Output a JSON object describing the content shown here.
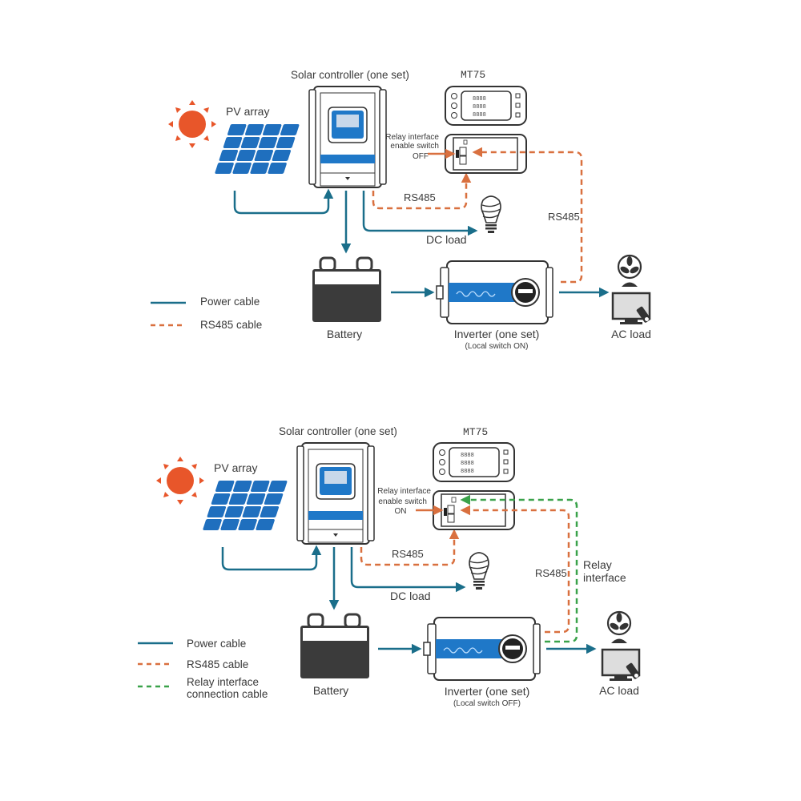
{
  "colors": {
    "power": "#1a6e8a",
    "rs485": "#d9703f",
    "relay": "#3aa24a",
    "sun": "#e8562a",
    "panel": "#1f6fbe",
    "device_blue": "#1f78c8",
    "dark": "#3b3b3b"
  },
  "diagrams": [
    {
      "solar_controller_label": "Solar controller (one set)",
      "mt75_label": "MT75",
      "pv_array_label": "PV array",
      "relay_switch_label_line1": "Relay interface",
      "relay_switch_label_line2": "enable switch",
      "relay_switch_state": "OFF",
      "rs485_label_a": "RS485",
      "rs485_label_b": "RS485",
      "dc_load_label": "DC load",
      "battery_label": "Battery",
      "inverter_label": "Inverter (one set)",
      "inverter_sublabel": "(Local switch ON)",
      "ac_load_label": "AC load",
      "legend": [
        {
          "type": "power",
          "label": "Power cable"
        },
        {
          "type": "rs485",
          "label": "RS485 cable"
        }
      ]
    },
    {
      "solar_controller_label": "Solar controller (one set)",
      "mt75_label": "MT75",
      "pv_array_label": "PV array",
      "relay_switch_label_line1": "Relay interface",
      "relay_switch_label_line2": "enable switch",
      "relay_switch_state": "ON",
      "rs485_label_a": "RS485",
      "rs485_label_b": "RS485",
      "relay_interface_line1": "Relay",
      "relay_interface_line2": "interface",
      "dc_load_label": "DC load",
      "battery_label": "Battery",
      "inverter_label": "Inverter (one set)",
      "inverter_sublabel": "(Local switch OFF)",
      "ac_load_label": "AC load",
      "legend": [
        {
          "type": "power",
          "label": "Power cable"
        },
        {
          "type": "rs485",
          "label": "RS485 cable"
        },
        {
          "type": "relay",
          "label_line1": "Relay interface",
          "label_line2": "connection cable"
        }
      ]
    }
  ]
}
